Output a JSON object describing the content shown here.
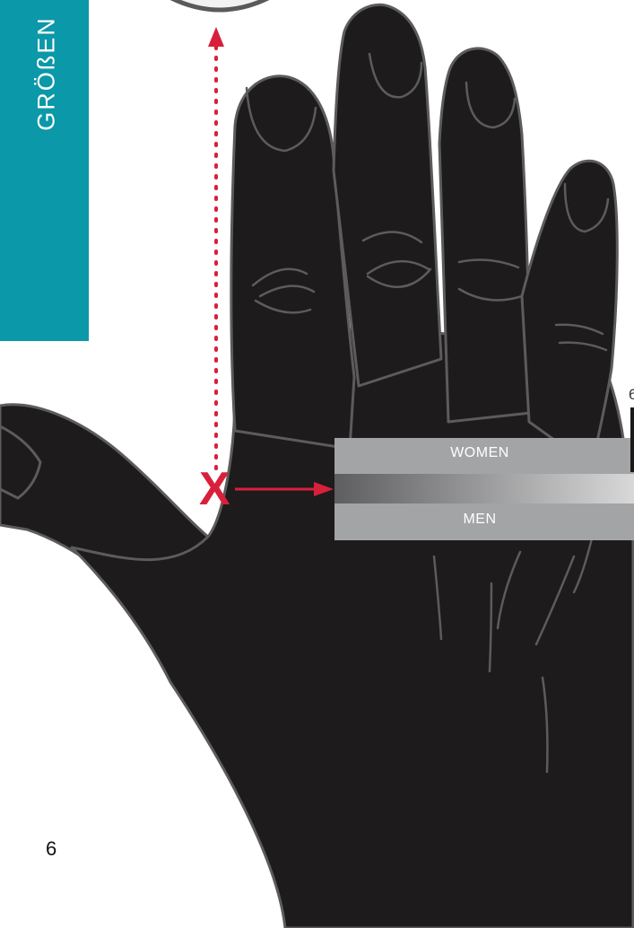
{
  "side_tab": {
    "title": "GRÖßEN",
    "color": "#0b98a8"
  },
  "size_bars": {
    "women_label": "WOMEN",
    "men_label": "MEN",
    "bar_color": "#a3a4a6"
  },
  "measure_marker": {
    "label": "X",
    "color": "#d8203b"
  },
  "edge_digit": "6",
  "page_number": "6"
}
